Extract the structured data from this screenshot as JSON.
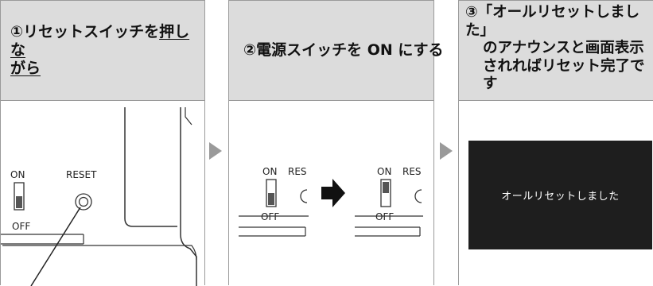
{
  "steps": [
    {
      "number": "①",
      "text_plain": "リセットスイッチを",
      "text_underlined_1": "押しな",
      "text_underlined_2": "がら",
      "switch_on_label": "ON",
      "switch_off_label": "OFF",
      "reset_label": "RESET"
    },
    {
      "text": "②電源スイッチを ON にする",
      "before": {
        "on_label": "ON",
        "off_label": "OFF",
        "reset_label_cropped": "RES"
      },
      "after": {
        "on_label": "ON",
        "off_label": "OFF",
        "reset_label_cropped": "RES"
      }
    },
    {
      "line1": "③「オールリセットしました」",
      "line2": "のアナウンスと画面表示",
      "line3": "されればリセット完了で",
      "line4": "す",
      "screen_message": "オールリセットしました"
    }
  ],
  "colors": {
    "header_bg": "#dcdcdc",
    "screen_bg": "#1e1e1e",
    "arrow_gray": "#9a9a9a"
  }
}
